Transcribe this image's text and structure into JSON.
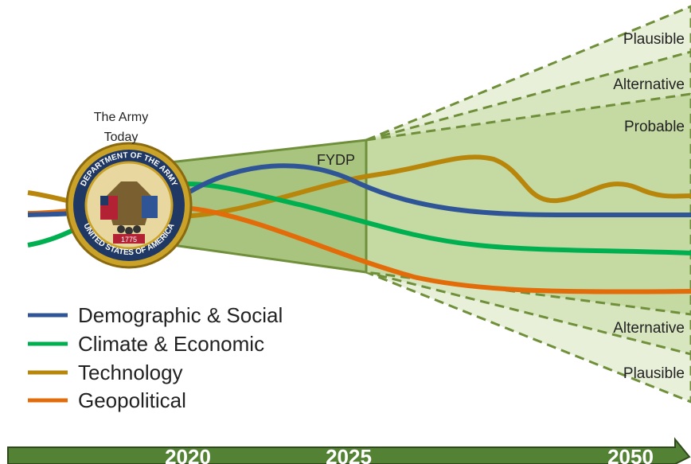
{
  "caption": {
    "line1": "The Army",
    "line2": "Today"
  },
  "cone_labels": {
    "fydp": "FYDP",
    "plausible_top": "Plausible",
    "alternative_top": "Alternative",
    "probable": "Probable",
    "alternative_bottom": "Alternative",
    "plausible_bottom": "Plausible"
  },
  "legend": [
    {
      "label": "Demographic & Social",
      "color": "#2f5597"
    },
    {
      "label": "Climate & Economic",
      "color": "#00b050"
    },
    {
      "label": "Technology",
      "color": "#b8860b"
    },
    {
      "label": "Geopolitical",
      "color": "#e36c0a"
    }
  ],
  "timeline": {
    "years": [
      "2020",
      "2025",
      "2050"
    ],
    "color": "#548235"
  },
  "seal": {
    "outer_text_top": "DEPARTMENT OF THE ARMY",
    "outer_text_bottom": "UNITED STATES OF AMERICA",
    "year": "1775"
  },
  "colors": {
    "cone_fill": "#a9c47f",
    "cone_border": "#6f8f3a",
    "seal_gold": "#c9a227",
    "seal_blue": "#1f3864"
  }
}
